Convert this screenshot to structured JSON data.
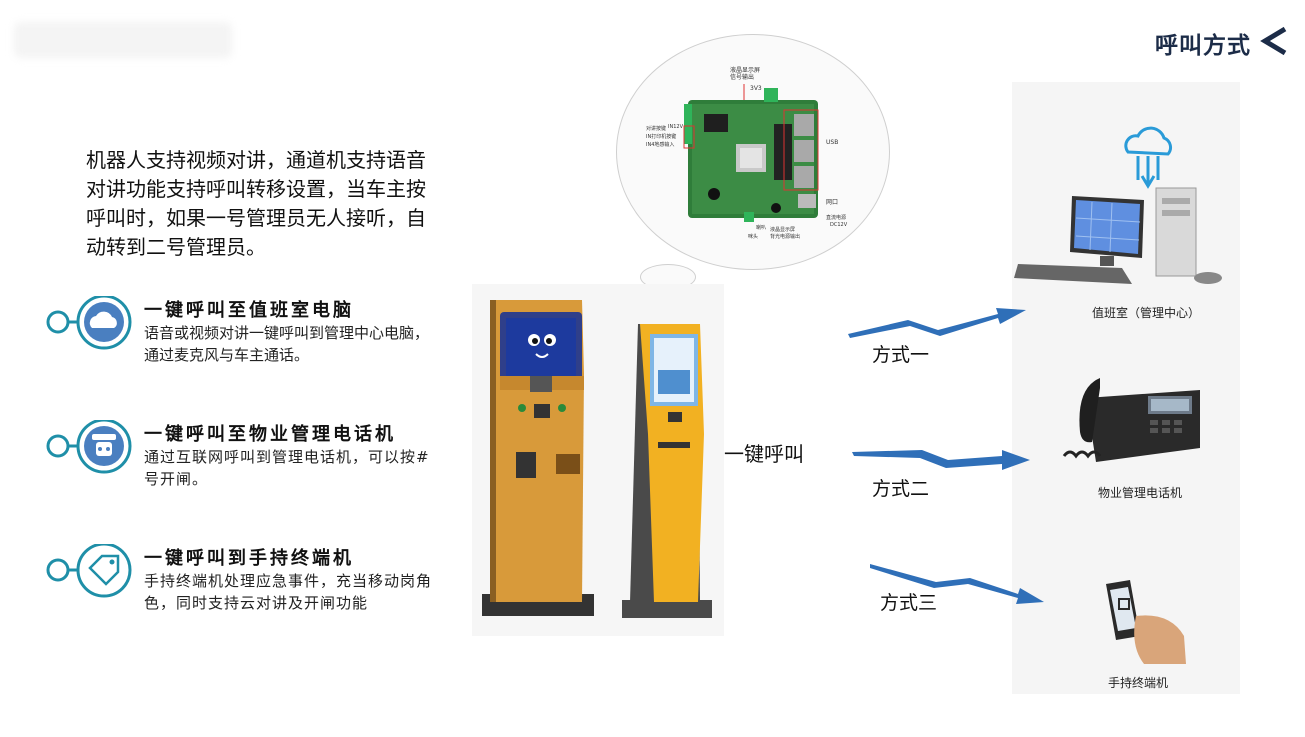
{
  "header": {
    "title": "呼叫方式"
  },
  "intro": "机器人支持视频对讲，通道机支持语音对讲功能支持呼叫转移设置，当车主按呼叫时，如果一号管理员无人接听，自动转到二号管理员。",
  "features": [
    {
      "title": "一键呼叫至值班室电脑",
      "desc": "语音或视频对讲一键呼叫到管理中心电脑，通过麦克风与车主通话。",
      "icon": "cloud-icon"
    },
    {
      "title": "一键呼叫至物业管理电话机",
      "desc": "通过互联网呼叫到管理电话机，可以按#号开闸。",
      "icon": "phone-icon"
    },
    {
      "title": "一键呼叫到手持终端机",
      "desc": "手持终端机处理应急事件，充当移动岗角色，同时支持云对讲及开闸功能",
      "icon": "tag-icon"
    }
  ],
  "board_labels": {
    "lcd_signal": "液晶显示屏",
    "signal_out": "信号输出",
    "v33": "3V3",
    "intercom": "对讲按键",
    "in12v": "IN12V",
    "in_print": "IN打印机按键",
    "in4": "IN4地感输入",
    "usb": "USB",
    "lan": "网口",
    "dc_power": "直流电源",
    "dc12v": "DC12V",
    "speaker": "喇叭",
    "mic": "咪头",
    "lcd_backlight": "液晶显示屏",
    "backlight_out": "背光电源输出"
  },
  "call": {
    "label": "一键呼叫"
  },
  "modes": [
    "方式一",
    "方式二",
    "方式三"
  ],
  "devices": [
    "值班室（管理中心）",
    "物业管理电话机",
    "手持终端机"
  ],
  "colors": {
    "accent": "#1c2c48",
    "teal": "#1f8fa8",
    "arrow": "#2f6fb8"
  }
}
